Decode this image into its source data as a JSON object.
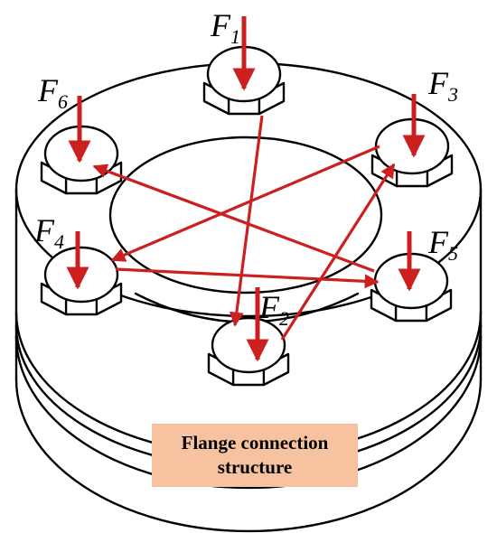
{
  "caption": {
    "line1": "Flange connection",
    "line2": "structure"
  },
  "bolts": [
    {
      "letter": "F",
      "sub": "1"
    },
    {
      "letter": "F",
      "sub": "2"
    },
    {
      "letter": "F",
      "sub": "3"
    },
    {
      "letter": "F",
      "sub": "4"
    },
    {
      "letter": "F",
      "sub": "5"
    },
    {
      "letter": "F",
      "sub": "6"
    }
  ],
  "colors": {
    "force_arrow": "#cc1f1f",
    "caption_bg": "#f6c29f",
    "outline": "#000000"
  },
  "icons": {
    "force": "down-arrow-icon",
    "sequence": "connector-arrow-icon"
  }
}
